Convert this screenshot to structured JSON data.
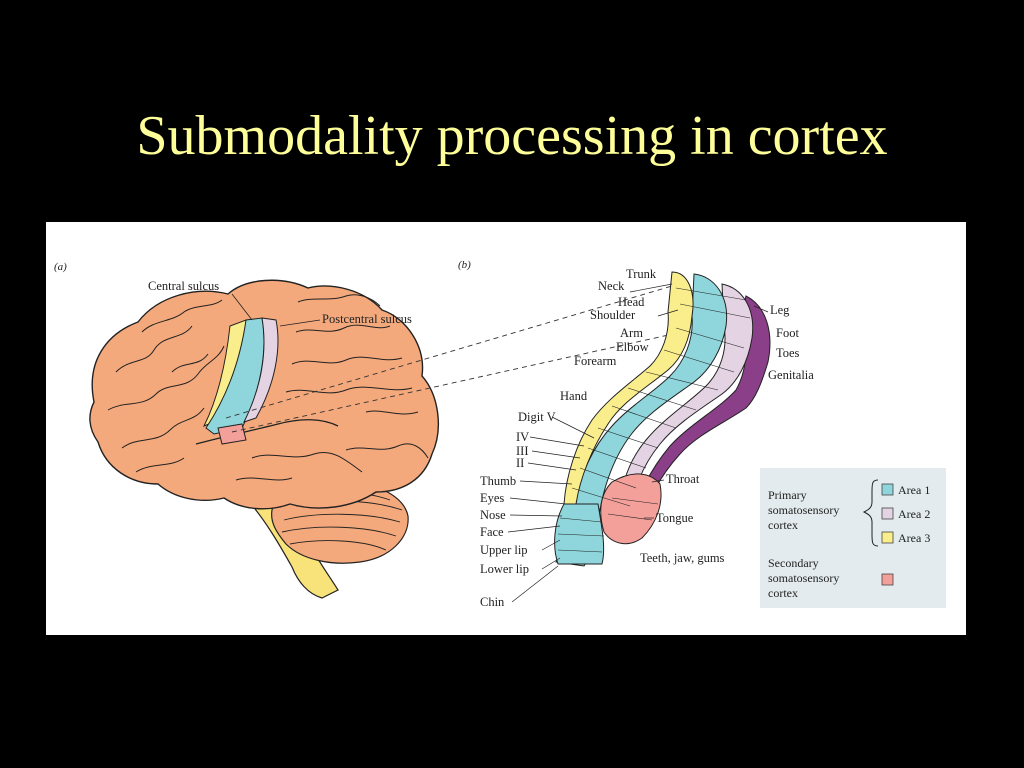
{
  "slide": {
    "title": "Submodality processing in cortex"
  },
  "figure": {
    "panel_a": {
      "tag": "(a)",
      "labels": {
        "central_sulcus": "Central sulcus",
        "postcentral_sulcus": "Postcentral sulcus"
      }
    },
    "panel_b": {
      "tag": "(b)",
      "body_parts": {
        "trunk": "Trunk",
        "neck": "Neck",
        "head": "Head",
        "shoulder": "Shoulder",
        "arm": "Arm",
        "elbow": "Elbow",
        "forearm": "Forearm",
        "hand": "Hand",
        "digit_v": "Digit V",
        "digit_iv": "IV",
        "digit_iii": "III",
        "digit_ii": "II",
        "thumb": "Thumb",
        "eyes": "Eyes",
        "nose": "Nose",
        "face": "Face",
        "upper_lip": "Upper lip",
        "lower_lip": "Lower lip",
        "chin": "Chin",
        "leg": "Leg",
        "foot": "Foot",
        "toes": "Toes",
        "genitalia": "Genitalia",
        "throat": "Throat",
        "tongue": "Tongue",
        "teeth": "Teeth, jaw, gums"
      }
    },
    "legend": {
      "primary_line1": "Primary",
      "primary_line2": "somatosensory",
      "primary_line3": "cortex",
      "area1": "Area 1",
      "area2": "Area 2",
      "area3": "Area 3",
      "secondary_line1": "Secondary",
      "secondary_line2": "somatosensory",
      "secondary_line3": "cortex"
    },
    "colors": {
      "brain": "#f4a97c",
      "cerebellum": "#f4a97c",
      "brainstem": "#f8e27a",
      "area1": "#8fd6dc",
      "area2": "#e3d3e3",
      "area3": "#faee8c",
      "area4_motor": "#8a3f88",
      "secondary": "#f4a09a",
      "legend_bg": "#e3ebee"
    }
  }
}
